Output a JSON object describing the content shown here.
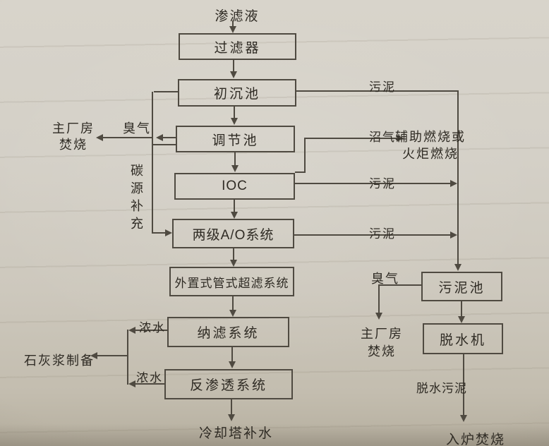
{
  "page": {
    "background_color": "#d3cec4",
    "line_color": "#4f4a41",
    "text_color": "#2f2b24",
    "description": "photographed book page with leachate treatment process flowchart"
  },
  "flowchart": {
    "nodes": {
      "filter": {
        "label": "过滤器"
      },
      "primary_sedimentation": {
        "label": "初沉池"
      },
      "equalization": {
        "label": "调节池"
      },
      "ioc": {
        "label": "IOC"
      },
      "two_stage_ao": {
        "label": "两级A/O系统"
      },
      "tubular_uf": {
        "label": "外置式管式超滤系统"
      },
      "nanofiltration": {
        "label": "纳滤系统"
      },
      "reverse_osmosis": {
        "label": "反渗透系统"
      },
      "sludge_pool": {
        "label": "污泥池"
      },
      "dewaterer": {
        "label": "脱水机"
      }
    },
    "labels": {
      "influent": "渗滤液",
      "sludge": "污泥",
      "odor": "臭气",
      "biogas": "沼气",
      "carbon_source": "碳源补充",
      "main_plant_line1": "主厂房",
      "main_plant_line2": "焚烧",
      "aux_combustion_line1": "辅助燃烧或",
      "aux_combustion_line2": "火炬燃烧",
      "concentrate": "浓水",
      "lime_slurry_prep": "石灰浆制备",
      "cooling_tower_makeup": "冷却塔补水",
      "dewatered_sludge": "脱水污泥",
      "furnace_incineration": "入炉焚烧"
    },
    "edges": [
      {
        "from": "渗滤液",
        "to": "过滤器"
      },
      {
        "from": "过滤器",
        "to": "初沉池"
      },
      {
        "from": "初沉池",
        "to": "调节池"
      },
      {
        "from": "调节池",
        "to": "IOC"
      },
      {
        "from": "IOC",
        "to": "两级A/O系统"
      },
      {
        "from": "两级A/O系统",
        "to": "外置式管式超滤系统"
      },
      {
        "from": "外置式管式超滤系统",
        "to": "纳滤系统"
      },
      {
        "from": "纳滤系统",
        "to": "反渗透系统"
      },
      {
        "from": "反渗透系统",
        "to": "冷却塔补水"
      },
      {
        "from": "初沉池",
        "label": "臭气",
        "to": "主厂房焚烧"
      },
      {
        "from": "调节池",
        "label": "臭气",
        "to": "主厂房焚烧"
      },
      {
        "from": "调节池",
        "label": "碳源补充",
        "to": "两级A/O系统"
      },
      {
        "from": "初沉池",
        "label": "污泥",
        "to": "污泥池"
      },
      {
        "from": "IOC",
        "label": "污泥",
        "to": "污泥池"
      },
      {
        "from": "两级A/O系统",
        "label": "污泥",
        "to": "污泥池"
      },
      {
        "from": "IOC",
        "label": "沼气",
        "to": "辅助燃烧或火炬燃烧"
      },
      {
        "from": "污泥池",
        "label": "臭气",
        "to": "主厂房焚烧"
      },
      {
        "from": "污泥池",
        "to": "脱水机"
      },
      {
        "from": "脱水机",
        "label": "脱水污泥",
        "to": "入炉焚烧"
      },
      {
        "from": "纳滤系统",
        "label": "浓水",
        "to": "石灰浆制备"
      },
      {
        "from": "反渗透系统",
        "label": "浓水",
        "to": "石灰浆制备"
      }
    ]
  }
}
